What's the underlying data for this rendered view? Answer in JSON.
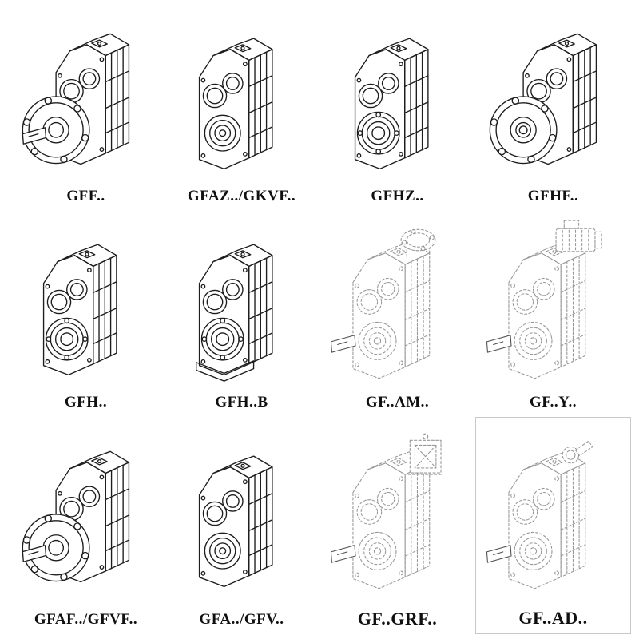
{
  "colors": {
    "background": "#ffffff",
    "line_ink": "#1d1d1d",
    "line_ghost": "#979797"
  },
  "catalog": {
    "items": [
      {
        "label": "GFF..",
        "drawing": "parallel-shaft-gearbox-flange-with-output-shaft"
      },
      {
        "label": "GFAZ../GKVF..",
        "drawing": "parallel-shaft-gearbox-bearing-boss"
      },
      {
        "label": "GFHZ..",
        "drawing": "parallel-shaft-gearbox-hollow-shaft"
      },
      {
        "label": "GFHF..",
        "drawing": "parallel-shaft-gearbox-flange-hollow-shaft"
      },
      {
        "label": "GFH..",
        "drawing": "parallel-shaft-gearbox-hollow-shaft"
      },
      {
        "label": "GFH..B",
        "drawing": "parallel-shaft-gearbox-hollow-shaft-with-base"
      },
      {
        "label": "GF..AM..",
        "drawing": "parallel-shaft-gearbox-motor-adapter-flange"
      },
      {
        "label": "GF..Y..",
        "drawing": "parallel-shaft-gearbox-with-motor"
      },
      {
        "label": "GFAF../GFVF..",
        "drawing": "parallel-shaft-gearbox-flange-with-output-shaft"
      },
      {
        "label": "GFA../GFV..",
        "drawing": "parallel-shaft-gearbox-bearing-boss"
      },
      {
        "label": "GF..GRF..",
        "drawing": "parallel-shaft-gearbox-input-adapter"
      },
      {
        "label": "GF..AD..",
        "drawing": "parallel-shaft-gearbox-input-shaft-adapter"
      }
    ]
  }
}
